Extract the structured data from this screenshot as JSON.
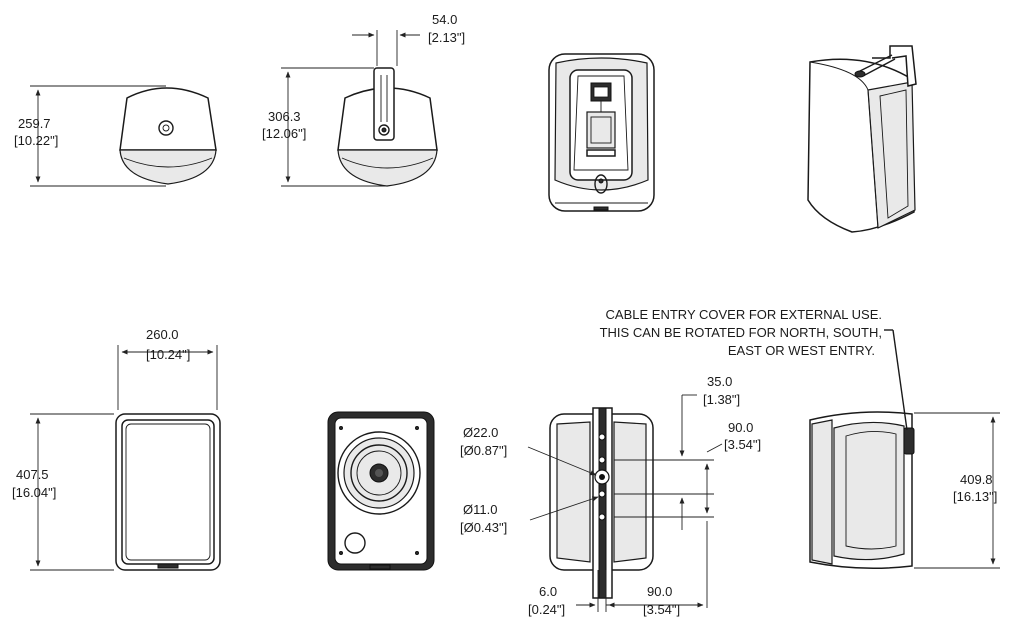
{
  "drawing": {
    "top_view_height": {
      "mm": "259.7",
      "in": "[10.22\"]"
    },
    "top_view_bracket_height": {
      "mm": "306.3",
      "in": "[12.06\"]"
    },
    "bracket_width": {
      "mm": "54.0",
      "in": "[2.13\"]"
    },
    "front_width": {
      "mm": "260.0",
      "in": "[10.24\"]"
    },
    "front_height": {
      "mm": "407.5",
      "in": "[16.04\"]"
    },
    "side_height": {
      "mm": "409.8",
      "in": "[16.13\"]"
    },
    "bracket_offset_top": {
      "mm": "35.0",
      "in": "[1.38\"]"
    },
    "hole_spacing_upper": {
      "mm": "90.0",
      "in": "[3.54\"]"
    },
    "hole_spacing_lower": {
      "mm": "90.0",
      "in": "[3.54\"]"
    },
    "large_hole": {
      "mm": "Ø22.0",
      "in": "[Ø0.87\"]"
    },
    "small_hole": {
      "mm": "Ø11.0",
      "in": "[Ø0.43\"]"
    },
    "bracket_thickness": {
      "mm": "6.0",
      "in": "[0.24\"]"
    },
    "cable_note": [
      "CABLE ENTRY COVER FOR EXTERNAL USE.",
      "THIS CAN BE ROTATED FOR NORTH, SOUTH,",
      "EAST OR WEST ENTRY."
    ]
  }
}
